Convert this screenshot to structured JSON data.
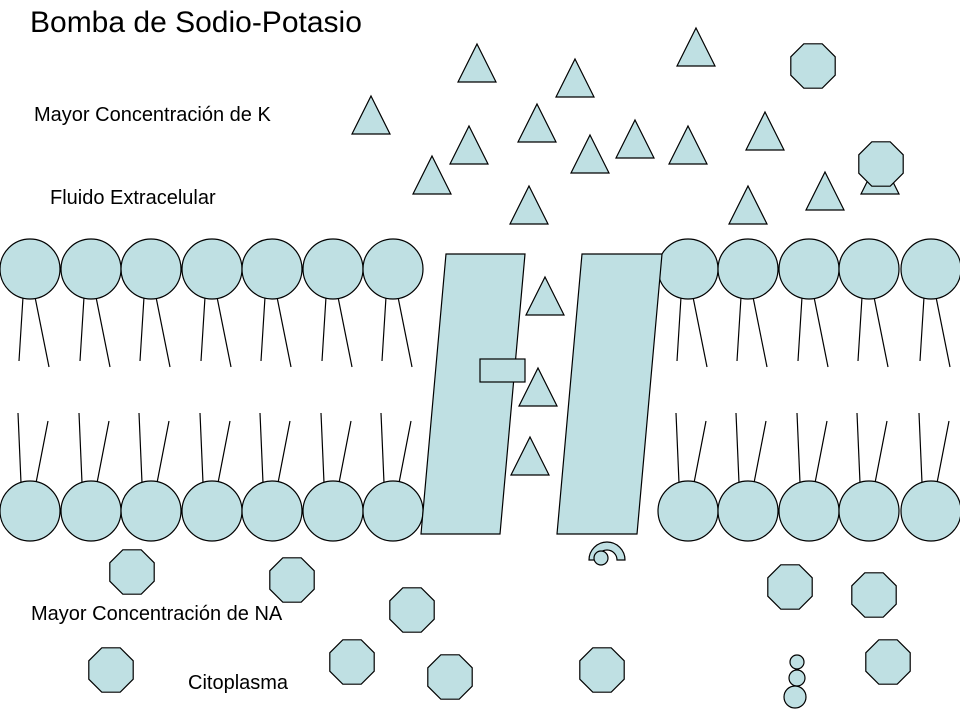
{
  "title": "Bomba de Sodio-Potasio",
  "labels": {
    "extracellular_concentration": "Mayor Concentración de K",
    "extracellular_fluid": "Fluido Extracelular",
    "intracellular_concentration": "Mayor Concentración de NA",
    "intracellular_fluid": "Citoplasma"
  },
  "colors": {
    "fill": "#bfe0e3",
    "stroke": "#000000",
    "background": "#ffffff"
  },
  "icons": {
    "potassium": "triangle",
    "sodium": "octagon",
    "atp": "stacked-circles"
  }
}
